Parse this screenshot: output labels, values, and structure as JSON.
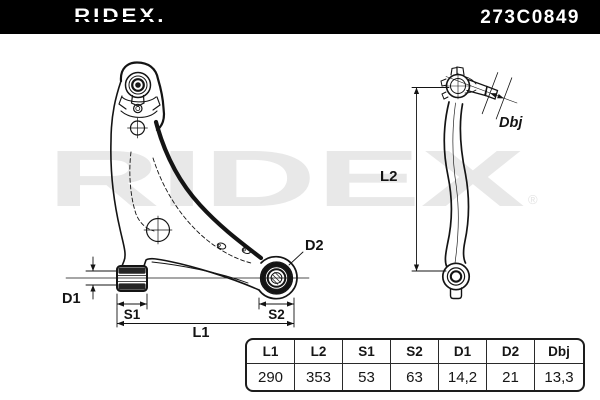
{
  "header": {
    "brand": "RIDEX.",
    "part_number": "273C0849",
    "bg_color": "#000000",
    "text_color": "#ffffff"
  },
  "watermark": {
    "text": "RIDEX",
    "reg_mark": "®",
    "color": "#e8e8e8"
  },
  "diagram": {
    "type": "control-arm technical drawing, front and side views",
    "line_color": "#141414",
    "front_view_labels": {
      "d1": "D1",
      "s1": "S1",
      "s2": "S2",
      "l1": "L1",
      "d2": "D2"
    },
    "side_view_labels": {
      "l2": "L2",
      "dbj": "Dbj"
    }
  },
  "dimensions_table": {
    "headers": [
      "L1",
      "L2",
      "S1",
      "S2",
      "D1",
      "D2",
      "Dbj"
    ],
    "values": [
      "290",
      "353",
      "53",
      "63",
      "14,2",
      "21",
      "13,3"
    ]
  }
}
